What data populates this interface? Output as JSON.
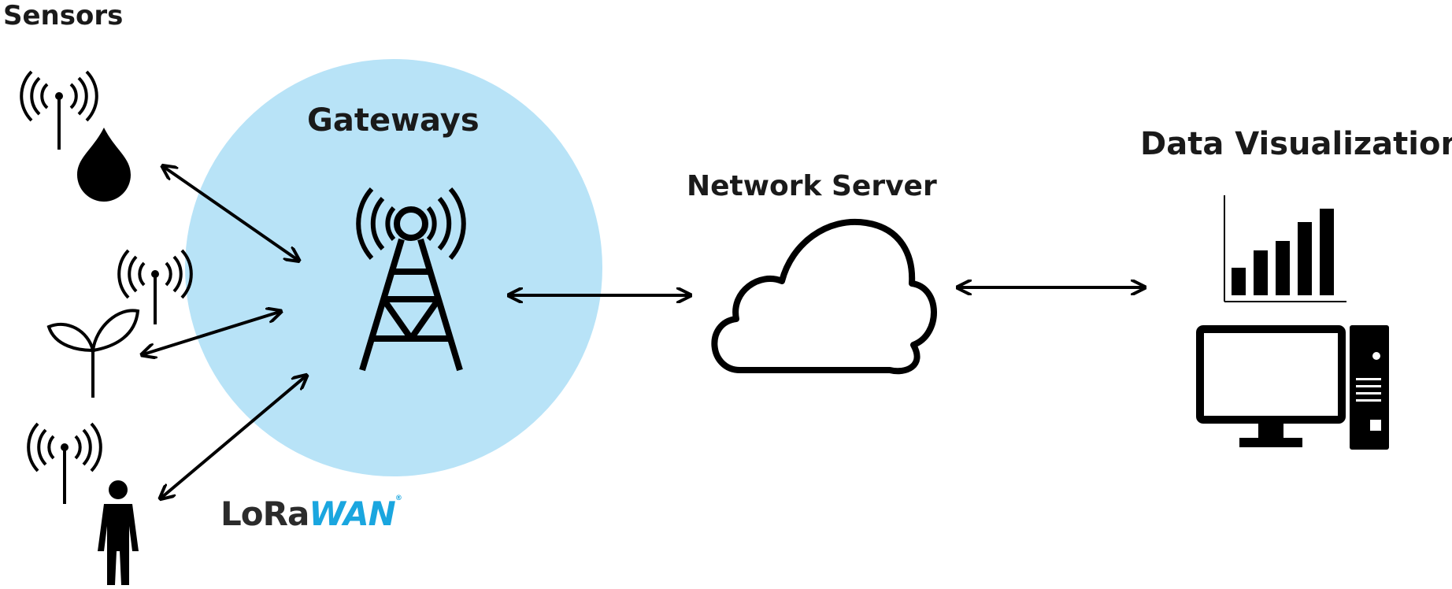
{
  "labels": {
    "sensors": "Sensors",
    "gateways": "Gateways",
    "network_server": "Network Server",
    "data_visualization": "Data Visualization"
  },
  "logo": {
    "part1": "LoRa",
    "part2": "WAN",
    "mark": "®"
  },
  "colors": {
    "gateway_circle": "#b8e3f7",
    "logo_blue": "#1aa6df",
    "ink": "#000000"
  },
  "icons": [
    "water-drop-sensor-icon",
    "plant-sensor-icon",
    "person-sensor-icon",
    "radio-tower-icon",
    "cloud-icon",
    "bar-chart-icon",
    "desktop-computer-icon"
  ],
  "connections": [
    "sensors-to-gateway",
    "gateway-to-network-server",
    "network-server-to-data-visualization"
  ]
}
